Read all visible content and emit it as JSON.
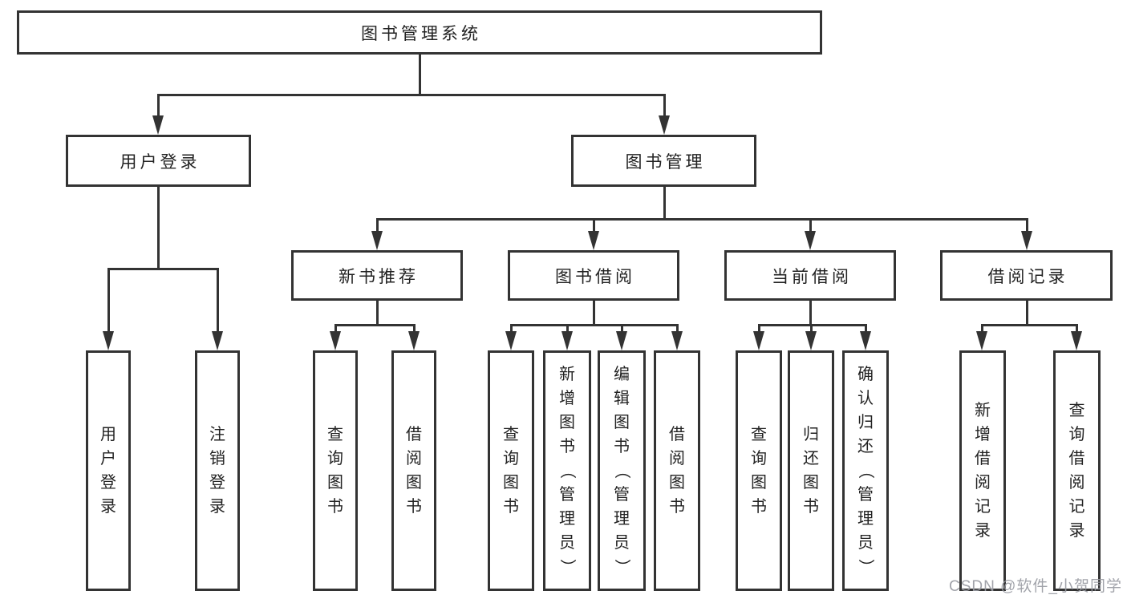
{
  "colors": {
    "line": "#333333",
    "text": "#222222",
    "watermark": "#9a9ca3"
  },
  "watermark": "CSDN @软件_小贺同学",
  "tree": {
    "label": "图书管理系统",
    "children": [
      {
        "label": "用户登录",
        "children": [
          {
            "label": "用户登录"
          },
          {
            "label": "注销登录"
          }
        ]
      },
      {
        "label": "图书管理",
        "children": [
          {
            "label": "新书推荐",
            "children": [
              {
                "label": "查询图书"
              },
              {
                "label": "借阅图书"
              }
            ]
          },
          {
            "label": "图书借阅",
            "children": [
              {
                "label": "查询图书"
              },
              {
                "label": "新增图书（管理员）"
              },
              {
                "label": "编辑图书（管理员）"
              },
              {
                "label": "借阅图书"
              }
            ]
          },
          {
            "label": "当前借阅",
            "children": [
              {
                "label": "查询图书"
              },
              {
                "label": "归还图书"
              },
              {
                "label": "确认归还（管理员）"
              }
            ]
          },
          {
            "label": "借阅记录",
            "children": [
              {
                "label": "新增借阅记录"
              },
              {
                "label": "查询借阅记录"
              }
            ]
          }
        ]
      }
    ]
  }
}
